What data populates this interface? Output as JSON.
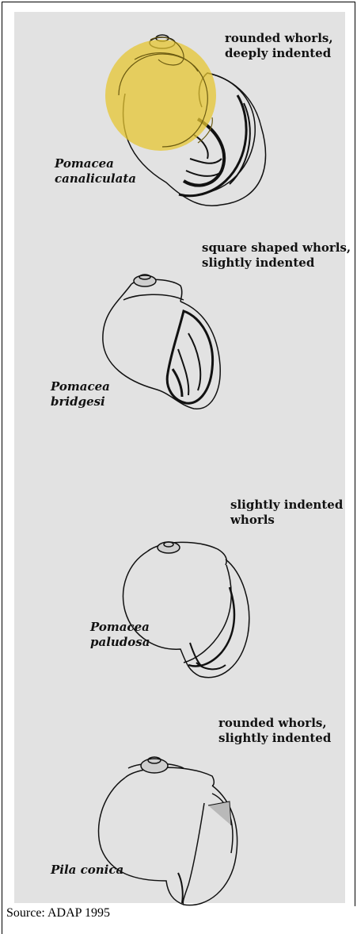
{
  "figures": [
    {
      "species_line1": "Pomacea",
      "species_line2": "canaliculata",
      "note_line1": "rounded whorls,",
      "note_line2": "deeply indented"
    },
    {
      "species_line1": "Pomacea",
      "species_line2": "bridgesi",
      "note_line1": "square shaped whorls,",
      "note_line2": "slightly indented"
    },
    {
      "species_line1": "Pomacea",
      "species_line2": "paludosa",
      "note_line1": "slightly indented",
      "note_line2": "whorls"
    },
    {
      "species_line1": "Pila conica",
      "species_line2": "",
      "note_line1": "rounded whorls,",
      "note_line2": "slightly indented"
    }
  ],
  "source": "Source: ADAP 1995",
  "highlight_color": "#e6c532"
}
